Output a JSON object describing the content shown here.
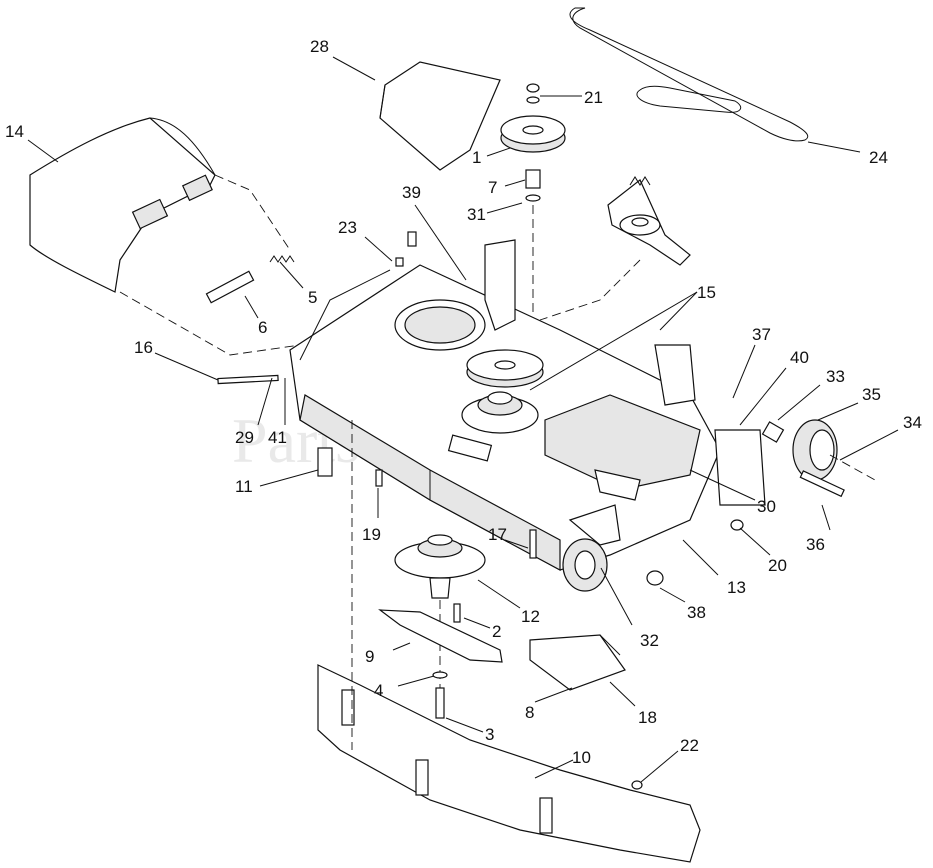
{
  "watermark": "PartsTree",
  "callouts": [
    {
      "id": "c1",
      "text": "1"
    },
    {
      "id": "c2",
      "text": "2"
    },
    {
      "id": "c3",
      "text": "3"
    },
    {
      "id": "c4",
      "text": "4"
    },
    {
      "id": "c5",
      "text": "5"
    },
    {
      "id": "c6",
      "text": "6"
    },
    {
      "id": "c7",
      "text": "7"
    },
    {
      "id": "c8",
      "text": "8"
    },
    {
      "id": "c9",
      "text": "9"
    },
    {
      "id": "c10",
      "text": "10"
    },
    {
      "id": "c11",
      "text": "11"
    },
    {
      "id": "c12",
      "text": "12"
    },
    {
      "id": "c13",
      "text": "13"
    },
    {
      "id": "c14",
      "text": "14"
    },
    {
      "id": "c15",
      "text": "15"
    },
    {
      "id": "c16",
      "text": "16"
    },
    {
      "id": "c17",
      "text": "17"
    },
    {
      "id": "c18",
      "text": "18"
    },
    {
      "id": "c19",
      "text": "19"
    },
    {
      "id": "c20",
      "text": "20"
    },
    {
      "id": "c21",
      "text": "21"
    },
    {
      "id": "c22",
      "text": "22"
    },
    {
      "id": "c23",
      "text": "23"
    },
    {
      "id": "c24",
      "text": "24"
    },
    {
      "id": "c28",
      "text": "28"
    },
    {
      "id": "c29",
      "text": "29"
    },
    {
      "id": "c30",
      "text": "30"
    },
    {
      "id": "c31",
      "text": "31"
    },
    {
      "id": "c32",
      "text": "32"
    },
    {
      "id": "c33",
      "text": "33"
    },
    {
      "id": "c34",
      "text": "34"
    },
    {
      "id": "c35",
      "text": "35"
    },
    {
      "id": "c36",
      "text": "36"
    },
    {
      "id": "c37",
      "text": "37"
    },
    {
      "id": "c38",
      "text": "38"
    },
    {
      "id": "c39",
      "text": "39"
    },
    {
      "id": "c40",
      "text": "40"
    },
    {
      "id": "c41",
      "text": "41"
    }
  ]
}
